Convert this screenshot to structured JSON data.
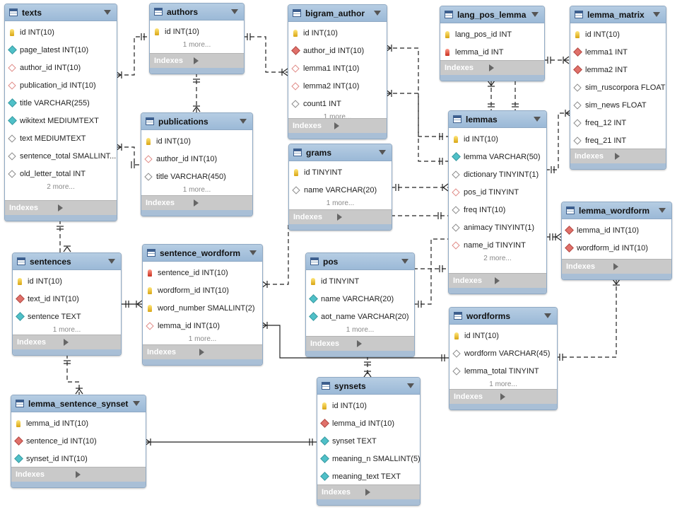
{
  "tables": [
    {
      "name": "texts",
      "cols": [
        {
          "icon": "key",
          "text": "id INT(10)"
        },
        {
          "icon": "diamond-cyan",
          "text": "page_latest INT(10)"
        },
        {
          "icon": "diamond-red-outline",
          "text": "author_id INT(10)"
        },
        {
          "icon": "diamond-red-outline",
          "text": "publication_id INT(10)"
        },
        {
          "icon": "diamond-cyan",
          "text": "title VARCHAR(255)"
        },
        {
          "icon": "diamond-cyan",
          "text": "wikitext MEDIUMTEXT"
        },
        {
          "icon": "diamond-outline",
          "text": "text MEDIUMTEXT"
        },
        {
          "icon": "diamond-outline",
          "text": "sentence_total SMALLINT..."
        },
        {
          "icon": "diamond-outline",
          "text": "old_letter_total INT"
        }
      ],
      "more": "2 more...",
      "indexes": "Indexes"
    },
    {
      "name": "authors",
      "cols": [
        {
          "icon": "key",
          "text": "id INT(10)"
        }
      ],
      "more": "1 more...",
      "indexes": "Indexes"
    },
    {
      "name": "bigram_author",
      "cols": [
        {
          "icon": "key",
          "text": "id INT(10)"
        },
        {
          "icon": "diamond-red",
          "text": "author_id INT(10)"
        },
        {
          "icon": "diamond-red-outline",
          "text": "lemma1 INT(10)"
        },
        {
          "icon": "diamond-red-outline",
          "text": "lemma2 INT(10)"
        },
        {
          "icon": "diamond-outline",
          "text": "count1 INT"
        }
      ],
      "more": "1 more...",
      "indexes": "Indexes"
    },
    {
      "name": "lang_pos_lemma",
      "cols": [
        {
          "icon": "key",
          "text": "lang_pos_id INT"
        },
        {
          "icon": "key-red",
          "text": "lemma_id INT"
        }
      ],
      "more": "",
      "indexes": "Indexes"
    },
    {
      "name": "lemma_matrix",
      "cols": [
        {
          "icon": "key",
          "text": "id INT(10)"
        },
        {
          "icon": "diamond-red",
          "text": "lemma1 INT"
        },
        {
          "icon": "diamond-red",
          "text": "lemma2 INT"
        },
        {
          "icon": "diamond-outline",
          "text": "sim_ruscorpora FLOAT"
        },
        {
          "icon": "diamond-outline",
          "text": "sim_news FLOAT"
        },
        {
          "icon": "diamond-outline",
          "text": "freq_12 INT"
        },
        {
          "icon": "diamond-outline",
          "text": "freq_21 INT"
        }
      ],
      "more": "",
      "indexes": "Indexes"
    },
    {
      "name": "publications",
      "cols": [
        {
          "icon": "key",
          "text": "id INT(10)"
        },
        {
          "icon": "diamond-red-outline",
          "text": "author_id INT(10)"
        },
        {
          "icon": "diamond-outline",
          "text": "title VARCHAR(450)"
        }
      ],
      "more": "1 more...",
      "indexes": "Indexes"
    },
    {
      "name": "grams",
      "cols": [
        {
          "icon": "key",
          "text": "id TINYINT"
        },
        {
          "icon": "diamond-outline",
          "text": "name VARCHAR(20)"
        }
      ],
      "more": "1 more...",
      "indexes": "Indexes"
    },
    {
      "name": "lemmas",
      "cols": [
        {
          "icon": "key",
          "text": "id INT(10)"
        },
        {
          "icon": "diamond-cyan",
          "text": "lemma VARCHAR(50)"
        },
        {
          "icon": "diamond-outline",
          "text": "dictionary TINYINT(1)"
        },
        {
          "icon": "diamond-red-outline",
          "text": "pos_id TINYINT"
        },
        {
          "icon": "diamond-outline",
          "text": "freq INT(10)"
        },
        {
          "icon": "diamond-outline",
          "text": "animacy TINYINT(1)"
        },
        {
          "icon": "diamond-red-outline",
          "text": "name_id TINYINT"
        }
      ],
      "more": "2 more...",
      "indexes": "Indexes"
    },
    {
      "name": "lemma_wordform",
      "cols": [
        {
          "icon": "diamond-red",
          "text": "lemma_id INT(10)"
        },
        {
          "icon": "diamond-red",
          "text": "wordform_id INT(10)"
        }
      ],
      "more": "",
      "indexes": "Indexes"
    },
    {
      "name": "sentences",
      "cols": [
        {
          "icon": "key",
          "text": "id INT(10)"
        },
        {
          "icon": "diamond-red",
          "text": "text_id INT(10)"
        },
        {
          "icon": "diamond-cyan",
          "text": "sentence TEXT"
        }
      ],
      "more": "1 more...",
      "indexes": "Indexes"
    },
    {
      "name": "sentence_wordform",
      "cols": [
        {
          "icon": "key-red",
          "text": "sentence_id INT(10)"
        },
        {
          "icon": "key",
          "text": "wordform_id INT(10)"
        },
        {
          "icon": "key",
          "text": "word_number SMALLINT(2)"
        },
        {
          "icon": "diamond-red-outline",
          "text": "lemma_id INT(10)"
        }
      ],
      "more": "1 more...",
      "indexes": "Indexes"
    },
    {
      "name": "pos",
      "cols": [
        {
          "icon": "key",
          "text": "id TINYINT"
        },
        {
          "icon": "diamond-cyan",
          "text": "name VARCHAR(20)"
        },
        {
          "icon": "diamond-cyan",
          "text": "aot_name VARCHAR(20)"
        }
      ],
      "more": "1 more...",
      "indexes": "Indexes"
    },
    {
      "name": "wordforms",
      "cols": [
        {
          "icon": "key",
          "text": "id INT(10)"
        },
        {
          "icon": "diamond-outline",
          "text": "wordform VARCHAR(45)"
        },
        {
          "icon": "diamond-outline",
          "text": "lemma_total TINYINT"
        }
      ],
      "more": "1 more...",
      "indexes": "Indexes"
    },
    {
      "name": "lemma_sentence_synset",
      "cols": [
        {
          "icon": "key",
          "text": "lemma_id INT(10)"
        },
        {
          "icon": "diamond-red",
          "text": "sentence_id INT(10)"
        },
        {
          "icon": "diamond-cyan",
          "text": "synset_id INT(10)"
        }
      ],
      "more": "",
      "indexes": "Indexes"
    },
    {
      "name": "synsets",
      "cols": [
        {
          "icon": "key",
          "text": "id INT(10)"
        },
        {
          "icon": "diamond-red",
          "text": "lemma_id INT(10)"
        },
        {
          "icon": "diamond-cyan",
          "text": "synset TEXT"
        },
        {
          "icon": "diamond-cyan",
          "text": "meaning_n SMALLINT(5)"
        },
        {
          "icon": "diamond-cyan",
          "text": "meaning_text TEXT"
        }
      ],
      "more": "",
      "indexes": "Indexes"
    }
  ]
}
